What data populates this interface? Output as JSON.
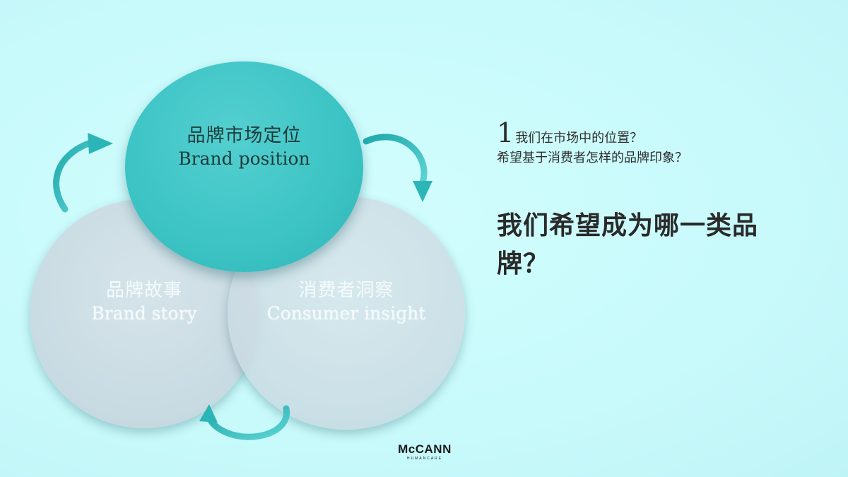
{
  "diagram": {
    "circles": {
      "position": {
        "zh": "品牌市场定位",
        "en": "Brand position"
      },
      "story": {
        "zh": "品牌故事",
        "en": "Brand story"
      },
      "insight": {
        "zh": "消费者洞察",
        "en": "Consumer insight"
      }
    }
  },
  "questions": {
    "number": "1",
    "line1": "我们在市场中的位置？",
    "line2": "希望基于消费者怎样的品牌印象？"
  },
  "headline": "我们希望成为哪一类品牌？",
  "logo": {
    "main": "McCANN",
    "sub": "HUMANCARE"
  },
  "colors": {
    "background": "#c9fbfc",
    "primary_circle": "#3cc3c4",
    "secondary_circle": "#cfdde5",
    "arrow": "#2bb5b7"
  }
}
